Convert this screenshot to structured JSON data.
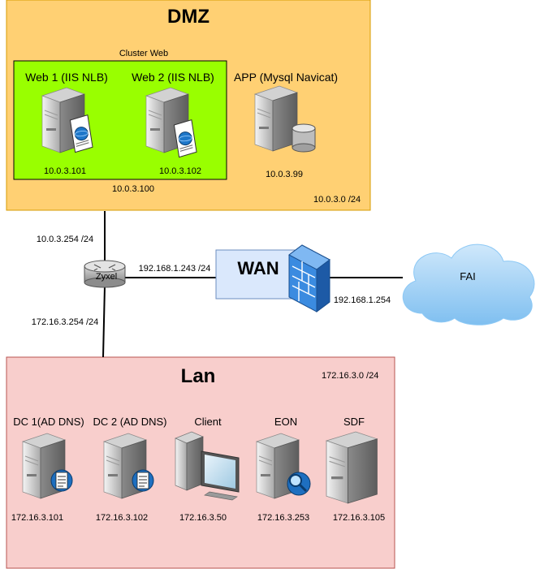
{
  "zones": {
    "dmz": {
      "title": "DMZ",
      "subnet": "10.0.3.0 /24",
      "fill": "#ffd073",
      "stroke": "#d79b00"
    },
    "cluster": {
      "label": "Cluster Web",
      "vip": "10.0.3.100",
      "fill": "#99ff00",
      "stroke": "#000000"
    },
    "lan": {
      "title": "Lan",
      "subnet": "172.16.3.0 /24",
      "fill": "#f8cecc",
      "stroke": "#b85450"
    }
  },
  "servers": {
    "web1": {
      "name": "Web 1 (IIS NLB)",
      "ip": "10.0.3.101"
    },
    "web2": {
      "name": "Web 2 (IIS NLB)",
      "ip": "10.0.3.102"
    },
    "app": {
      "name": "APP (Mysql Navicat)",
      "ip": "10.0.3.99"
    },
    "dc1": {
      "name": "DC 1(AD DNS)",
      "ip": "172.16.3.101"
    },
    "dc2": {
      "name": "DC 2 (AD DNS)",
      "ip": "172.16.3.102"
    },
    "client": {
      "name": "Client",
      "ip": "172.16.3.50"
    },
    "eon": {
      "name": "EON",
      "ip": "172.16.3.253"
    },
    "sdf": {
      "name": "SDF",
      "ip": "172.16.3.105"
    }
  },
  "router": {
    "name": "Zyxel",
    "ip_dmz": "10.0.3.254 /24",
    "ip_lan": "172.16.3.254 /24",
    "ip_wan": "192.168.1.243 /24"
  },
  "wan": {
    "label": "WAN",
    "gateway_ip": "192.168.1.254",
    "fill": "#dae8fc",
    "stroke": "#6c8ebf"
  },
  "fai": {
    "label": "FAI",
    "fill": "#8cc8f5"
  },
  "icons": {
    "server": "server-icon",
    "web_doc": "web-document-icon",
    "database": "database-icon",
    "directory": "directory-document-icon",
    "workstation": "workstation-icon",
    "search": "magnifier-icon",
    "firewall": "firewall-icon",
    "cloud": "cloud-icon",
    "router": "router-icon"
  }
}
